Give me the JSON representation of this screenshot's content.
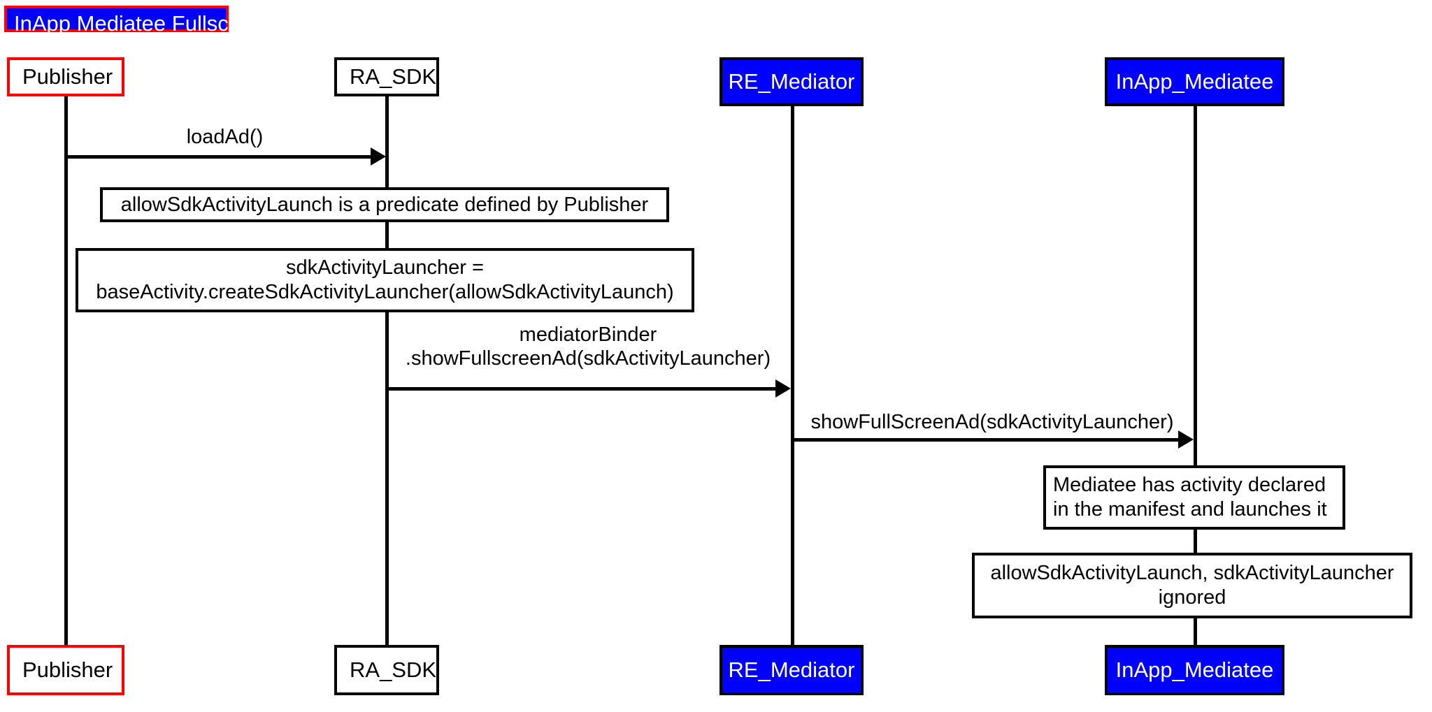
{
  "diagram": {
    "type": "uml-sequence-diagram",
    "title": "InApp Mediatee Fullscreen Ad",
    "colors": {
      "title_fill": "#0000FF",
      "title_border": "#FF0000",
      "title_text": "#FFFFFF",
      "publisher_border": "#FF0000",
      "sdk_border": "#000000",
      "mediator_fill": "#0000FF",
      "mediatee_fill": "#0000FF",
      "line": "#000000",
      "background": "#FFFFFF"
    },
    "participants": [
      {
        "id": "publisher",
        "label": "Publisher",
        "style": "red-border-white-fill"
      },
      {
        "id": "ra_sdk",
        "label": "RA_SDK",
        "style": "black-border-white-fill"
      },
      {
        "id": "re_mediator",
        "label": "RE_Mediator",
        "style": "black-border-blue-fill"
      },
      {
        "id": "inapp_mediatee",
        "label": "InApp_Mediatee",
        "style": "black-border-blue-fill"
      }
    ],
    "messages": [
      {
        "id": "msg-1",
        "label": "loadAd()",
        "from": "publisher",
        "to": "ra_sdk"
      },
      {
        "id": "msg-2",
        "label": "mediatorBinder\n.showFullscreenAd(sdkActivityLauncher)",
        "from": "ra_sdk",
        "to": "re_mediator"
      },
      {
        "id": "msg-3",
        "label": "showFullScreenAd(sdkActivityLauncher)",
        "from": "re_mediator",
        "to": "inapp_mediatee"
      }
    ],
    "notes": [
      {
        "id": "note-1",
        "text": "allowSdkActivityLaunch is a predicate defined by Publisher",
        "align": "center"
      },
      {
        "id": "note-2",
        "text": "sdkActivityLauncher =\nbaseActivity.createSdkActivityLauncher(allowSdkActivityLaunch)",
        "align": "center"
      },
      {
        "id": "note-3",
        "text": "Mediatee has activity declared\nin the manifest and launches it",
        "align": "left"
      },
      {
        "id": "note-4",
        "text": "allowSdkActivityLaunch, sdkActivityLauncher\nignored",
        "align": "center"
      }
    ]
  }
}
